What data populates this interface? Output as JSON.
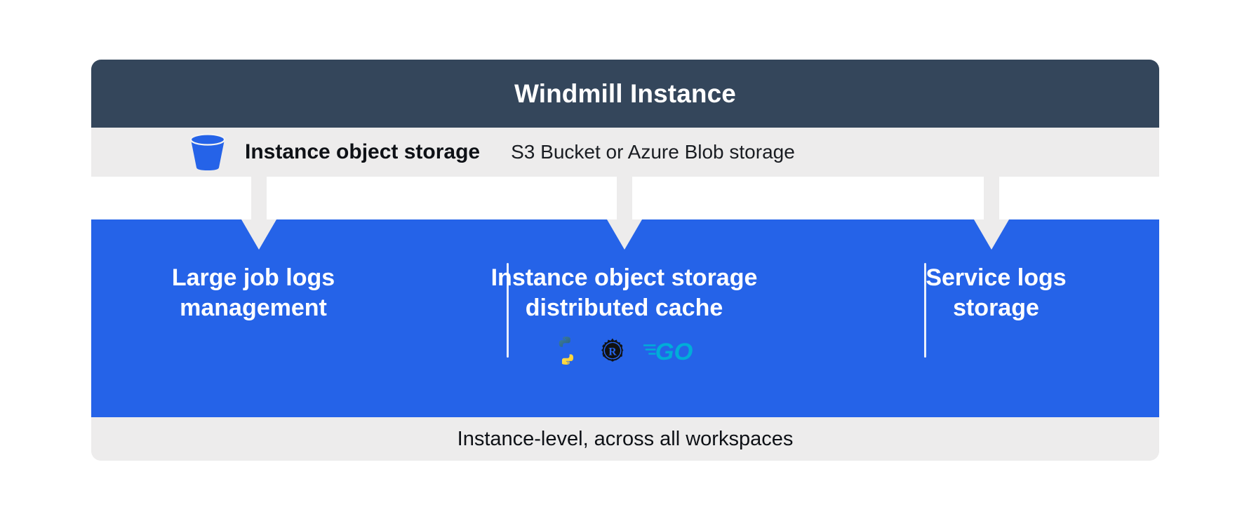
{
  "header": {
    "title": "Windmill Instance",
    "bg_color": "#34465B",
    "text_color": "#FFFFFF"
  },
  "storage_row": {
    "icon": "bucket-icon",
    "icon_color": "#2563E8",
    "label": "Instance object storage",
    "detail": "S3 Bucket or Azure Blob storage",
    "bg_color": "#EDECEC"
  },
  "connectors": {
    "arrow_color": "#EDECEC",
    "count": 3,
    "targets": [
      "Large job logs management",
      "Instance object storage distributed cache",
      "Service logs storage"
    ]
  },
  "panel": {
    "bg_color": "#2563E8",
    "divider_color": "#E9EEFB",
    "columns": [
      {
        "id": "large-job-logs-management",
        "label": "Large job logs\nmanagement",
        "langs": []
      },
      {
        "id": "instance-object-storage-distributed-cache",
        "label": "Instance object storage\ndistributed cache",
        "langs": [
          "python-logo",
          "rust-logo",
          "go-logo"
        ]
      },
      {
        "id": "service-logs-storage",
        "label": "Service logs\nstorage",
        "langs": []
      }
    ]
  },
  "footer": {
    "text": "Instance-level, across all workspaces",
    "bg_color": "#EDECEC",
    "text_color": "#0E1116"
  },
  "lang_colors": {
    "python_blue": "#2F6B92",
    "python_yellow": "#FFD43B",
    "rust_black": "#111111",
    "go_cyan": "#00ADD8"
  }
}
